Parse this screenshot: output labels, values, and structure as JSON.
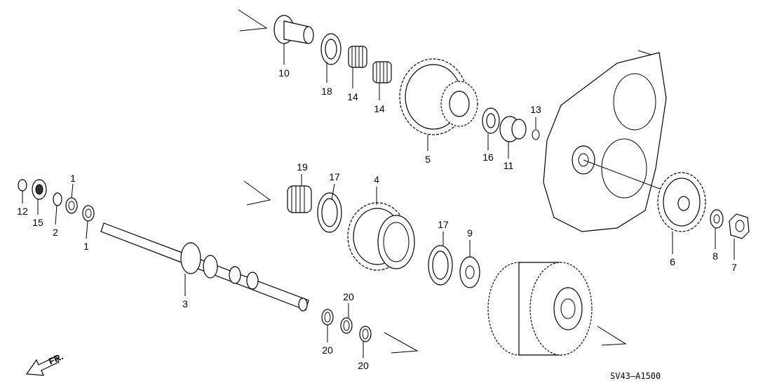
{
  "diagram_code": "SV43–A1500",
  "front_label": "FR.",
  "callouts": [
    {
      "id": "c10",
      "text": "10"
    },
    {
      "id": "c18",
      "text": "18"
    },
    {
      "id": "c14a",
      "text": "14"
    },
    {
      "id": "c14b",
      "text": "14"
    },
    {
      "id": "c5",
      "text": "5"
    },
    {
      "id": "c16",
      "text": "16"
    },
    {
      "id": "c11",
      "text": "11"
    },
    {
      "id": "c13",
      "text": "13"
    },
    {
      "id": "c19",
      "text": "19"
    },
    {
      "id": "c17a",
      "text": "17"
    },
    {
      "id": "c4",
      "text": "4"
    },
    {
      "id": "c17b",
      "text": "17"
    },
    {
      "id": "c9",
      "text": "9"
    },
    {
      "id": "c6",
      "text": "6"
    },
    {
      "id": "c8",
      "text": "8"
    },
    {
      "id": "c7",
      "text": "7"
    },
    {
      "id": "c12",
      "text": "12"
    },
    {
      "id": "c15",
      "text": "15"
    },
    {
      "id": "c2",
      "text": "2"
    },
    {
      "id": "c1a",
      "text": "1"
    },
    {
      "id": "c1b",
      "text": "1"
    },
    {
      "id": "c3",
      "text": "3"
    },
    {
      "id": "c20a",
      "text": "20"
    },
    {
      "id": "c20b",
      "text": "20"
    },
    {
      "id": "c20c",
      "text": "20"
    }
  ]
}
